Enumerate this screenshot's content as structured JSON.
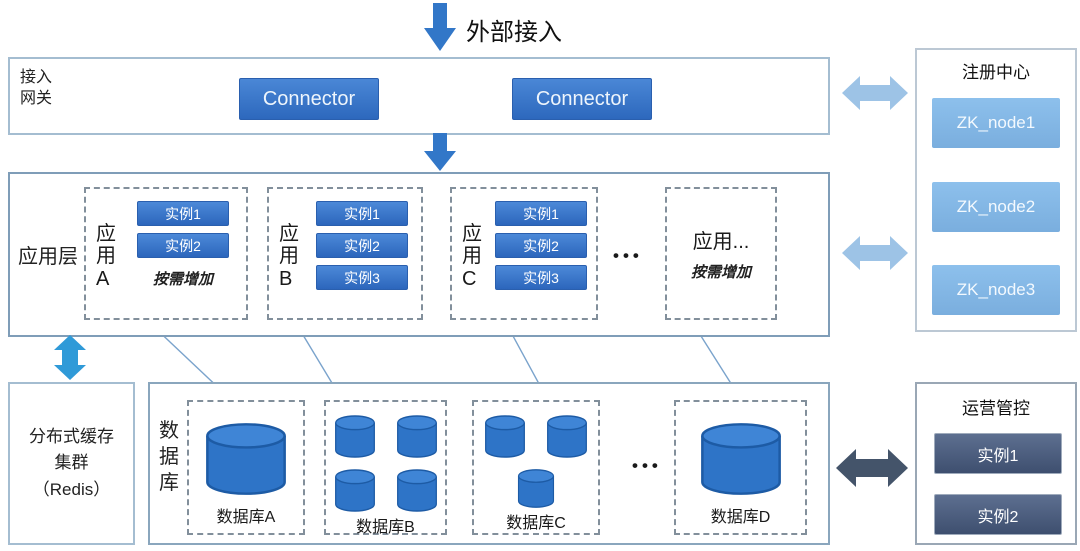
{
  "external": {
    "label": "外部接入"
  },
  "gateway": {
    "label": "接入\n网关",
    "connectors": [
      "Connector",
      "Connector"
    ]
  },
  "registry": {
    "title": "注册中心",
    "nodes": [
      "ZK_node1",
      "ZK_node2",
      "ZK_node3"
    ]
  },
  "app_layer": {
    "label": "应用层",
    "ellipsis": "•••",
    "apps": [
      {
        "name": "应\n用\nA",
        "instances": [
          "实例1",
          "实例2"
        ],
        "note": "按需增加"
      },
      {
        "name": "应\n用\nB",
        "instances": [
          "实例1",
          "实例2",
          "实例3"
        ]
      },
      {
        "name": "应\n用\nC",
        "instances": [
          "实例1",
          "实例2",
          "实例3"
        ]
      },
      {
        "name": "应用...",
        "note": "按需增加"
      }
    ]
  },
  "cache": {
    "label": "分布式缓存\n集群\n（Redis）"
  },
  "database": {
    "label": "数\n据\n库",
    "ellipsis": "•••",
    "groups": [
      {
        "label": "数据库A",
        "cylinders": "single-large"
      },
      {
        "label": "数据库B",
        "cylinders": "grid-4"
      },
      {
        "label": "数据库C",
        "cylinders": "tri-3"
      },
      {
        "label": "数据库D",
        "cylinders": "single-large"
      }
    ]
  },
  "ops": {
    "title": "运营管控",
    "instances": [
      "实例1",
      "实例2"
    ]
  },
  "colors": {
    "accent_blue": "#2e74c7",
    "light_arrow_blue": "#9dc3e6",
    "dark_arrow_slate": "#44546a",
    "node_light_blue": "#85bbe8",
    "ops_dark_slate": "#46597a"
  }
}
